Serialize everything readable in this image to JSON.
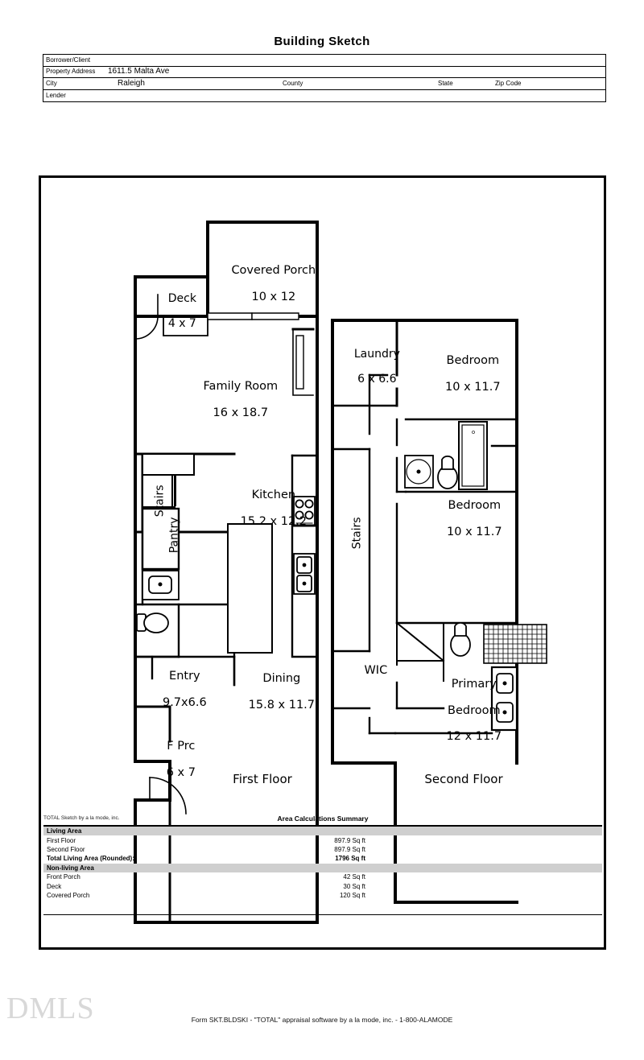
{
  "document": {
    "title": "Building Sketch",
    "form_footer": "Form SKT.BLDSKI - \"TOTAL\" appraisal software by a la mode, inc. - 1-800-ALAMODE",
    "watermark": "DMLS"
  },
  "header_table": {
    "rows": [
      {
        "label": "Borrower/Client",
        "value": ""
      },
      {
        "label": "Property Address",
        "value": "1611.5  Malta Ave"
      },
      {
        "label": "City",
        "value": "Raleigh",
        "label2": "County",
        "value2": "",
        "label3": "State",
        "value3": "",
        "label4": "Zip Code",
        "value4": ""
      },
      {
        "label": "Lender",
        "value": ""
      }
    ]
  },
  "sketch": {
    "first_floor": {
      "caption": "First Floor",
      "rooms": [
        {
          "name": "Covered Porch",
          "dims": "10 x 12"
        },
        {
          "name": "Deck",
          "dims": "4 x 7"
        },
        {
          "name": "Family Room",
          "dims": "16 x 18.7"
        },
        {
          "name": "Stairs",
          "dims": ""
        },
        {
          "name": "Pantry",
          "dims": ""
        },
        {
          "name": "Kitchen",
          "dims": "15.2 x 12.2"
        },
        {
          "name": "Entry",
          "dims": "9.7x6.6"
        },
        {
          "name": "Dining",
          "dims": "15.8 x 11.7"
        },
        {
          "name": "F Prc",
          "dims": "6 x 7"
        }
      ]
    },
    "second_floor": {
      "caption": "Second Floor",
      "rooms": [
        {
          "name": "Laundry",
          "dims": "6 x 6.6"
        },
        {
          "name": "Bedroom",
          "dims": "10 x 11.7"
        },
        {
          "name": "Stairs",
          "dims": ""
        },
        {
          "name": "Bedroom",
          "dims": "10 x 11.7"
        },
        {
          "name": "WIC",
          "dims": ""
        },
        {
          "name": "Primary Bedroom",
          "dims": "12 x 11.7"
        }
      ]
    }
  },
  "area_summary": {
    "credit": "TOTAL Sketch by a la mode, inc.",
    "title": "Area Calculations Summary",
    "sections": [
      {
        "heading": "Living Area",
        "rows": [
          {
            "name": "First Floor",
            "value": "897.9 Sq ft",
            "bold": false
          },
          {
            "name": "Second Floor",
            "value": "897.9 Sq ft",
            "bold": false
          },
          {
            "name": "Total Living Area (Rounded):",
            "value": "1796 Sq ft",
            "bold": true
          }
        ]
      },
      {
        "heading": "Non-living Area",
        "rows": [
          {
            "name": "Front Porch",
            "value": "42 Sq ft",
            "bold": false
          },
          {
            "name": "Deck",
            "value": "30 Sq ft",
            "bold": false
          },
          {
            "name": "Covered Porch",
            "value": "120 Sq ft",
            "bold": false
          }
        ]
      }
    ]
  },
  "labels": {
    "first_floor_caption": "First Floor",
    "second_floor_caption": "Second Floor",
    "covered_porch": "Covered Porch",
    "covered_porch_dims": "10 x 12",
    "deck": "Deck",
    "deck_dims": "4 x 7",
    "family_room": "Family Room",
    "family_room_dims": "16 x 18.7",
    "stairs1": "Stairs",
    "pantry": "Pantry",
    "kitchen": "Kitchen",
    "kitchen_dims": "15.2 x 12.2",
    "entry": "Entry",
    "entry_dims": "9.7x6.6",
    "dining": "Dining",
    "dining_dims": "15.8 x 11.7",
    "fprc": "F Prc",
    "fprc_dims": "6 x 7",
    "laundry": "Laundry",
    "laundry_dims": "6 x 6.6",
    "bedroom1": "Bedroom",
    "bedroom1_dims": "10 x 11.7",
    "stairs2": "Stairs",
    "bedroom2": "Bedroom",
    "bedroom2_dims": "10 x 11.7",
    "wic": "WIC",
    "primary_bedroom_l1": "Primary",
    "primary_bedroom_l2": "Bedroom",
    "primary_bedroom_dims": "12 x 11.7"
  }
}
